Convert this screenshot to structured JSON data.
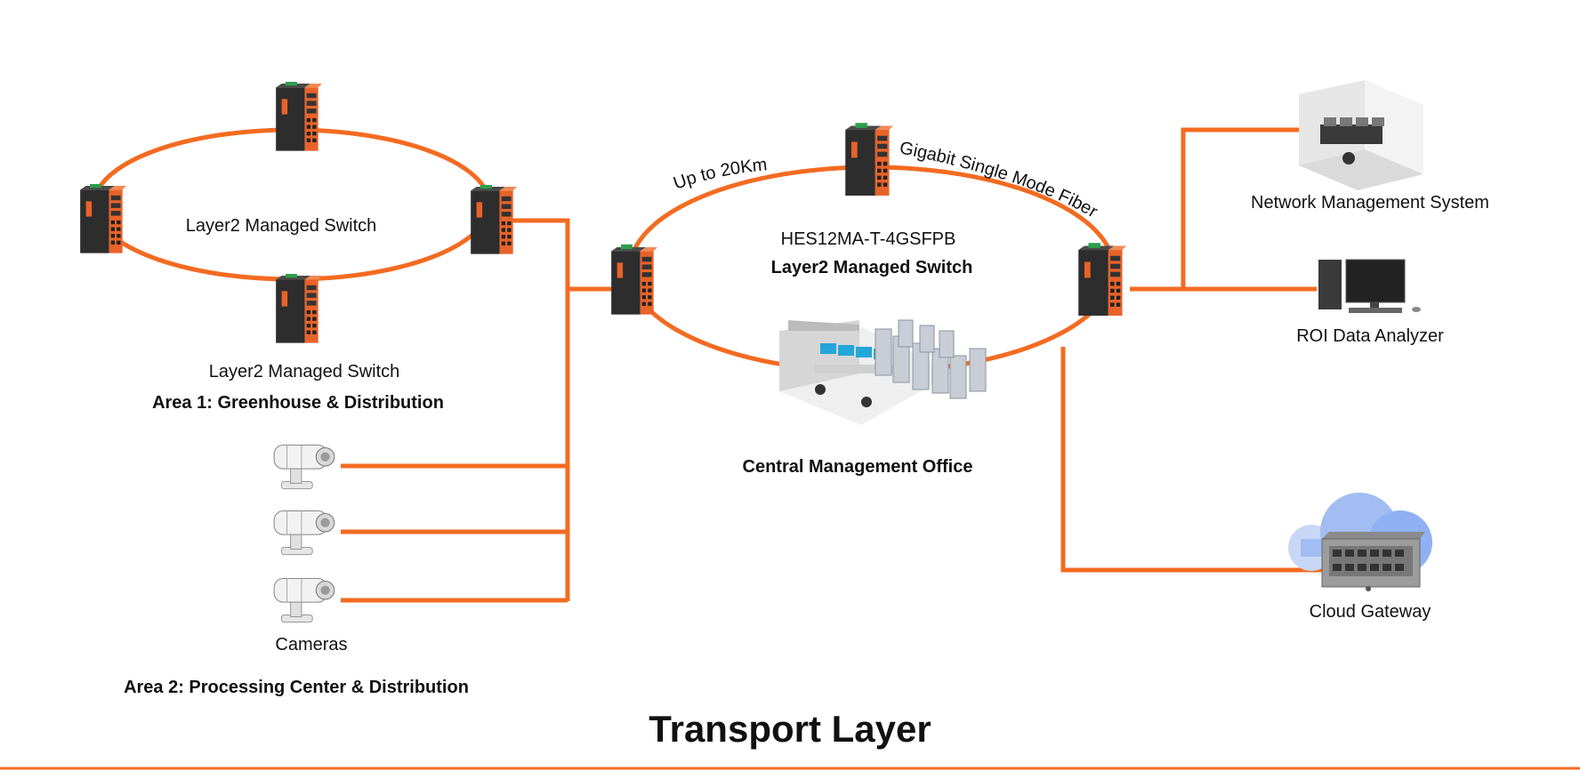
{
  "title": "Transport Layer",
  "colors": {
    "link": "#f36b21",
    "switch_body": "#2f2f2f",
    "switch_panel": "#e8632a",
    "cloud": "#8fb0f2"
  },
  "area1": {
    "ring_label": "Layer2 Managed Switch",
    "switch_label": "Layer2 Managed Switch",
    "area_title": "Area 1: Greenhouse & Distribution"
  },
  "area2": {
    "cameras_label": "Cameras",
    "area_title": "Area 2: Processing Center & Distribution"
  },
  "core": {
    "link_distance": "Up to 20Km",
    "link_type": "Gigabit Single Mode Fiber",
    "model": "HES12MA-T-4GSFPB",
    "switch_label": "Layer2 Managed Switch",
    "office_label": "Central Management Office"
  },
  "endpoints": {
    "nms": "Network Management System",
    "analyzer": "ROI Data Analyzer",
    "gateway": "Cloud Gateway"
  },
  "icons": [
    "industrial-switch-icon",
    "security-camera-icon",
    "control-room-icon",
    "server-rack-icon",
    "nms-console-icon",
    "desktop-computer-icon",
    "cloud-gateway-icon"
  ]
}
